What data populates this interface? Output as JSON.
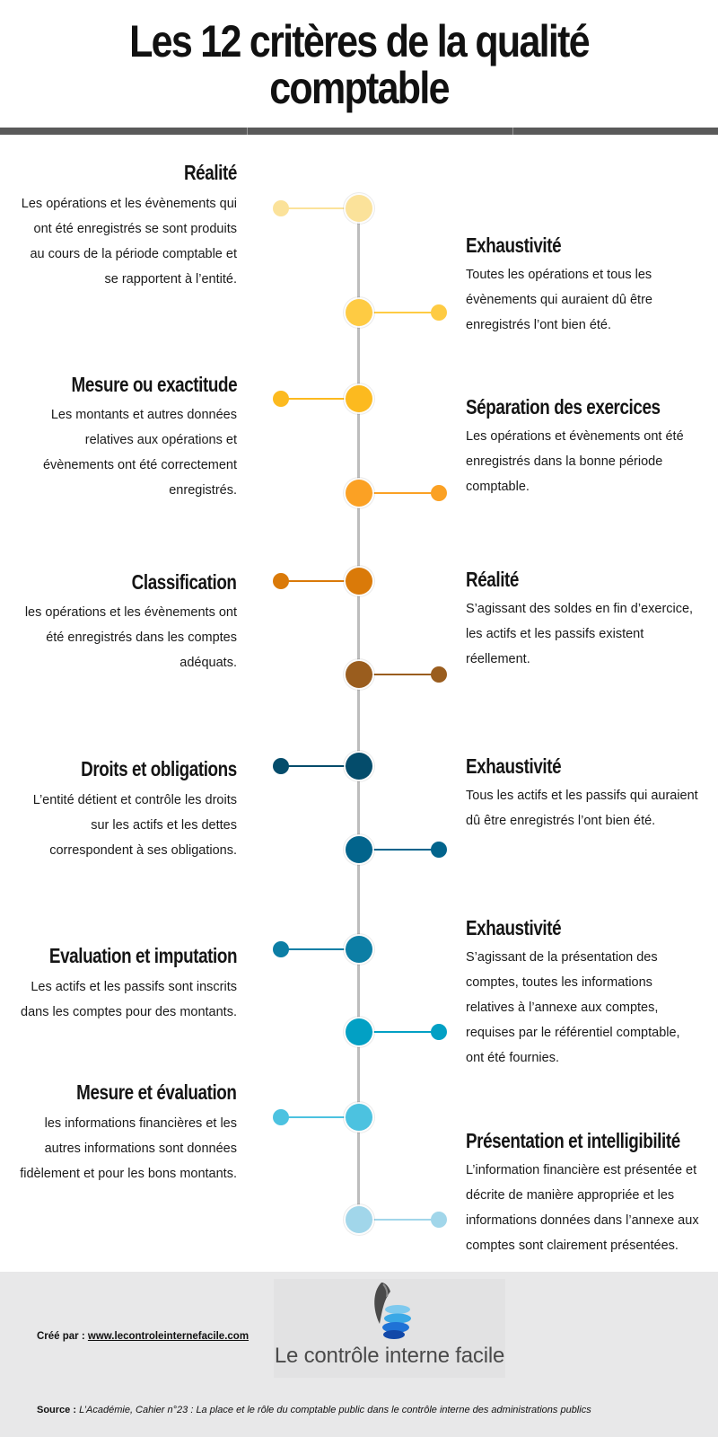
{
  "title_line1": "Les 12 critères de la qualité",
  "title_line2": "comptable",
  "criteria": [
    {
      "title": "Réalité",
      "description": "Les opérations et les évènements qui ont été enregistrés se sont produits au cours de la période comptable et se rapportent à l’entité.",
      "color": "#fbe29a"
    },
    {
      "title": "Exhaustivité",
      "description": "Toutes les opérations et tous les évènements qui auraient dû être enregistrés l’ont bien été.",
      "color": "#fecb43"
    },
    {
      "title": "Mesure ou exactitude",
      "description": "Les montants et autres données relatives aux opérations et évènements ont été correctement enregistrés.",
      "color": "#fcba1f"
    },
    {
      "title": "Séparation des exercices",
      "description": "Les opérations et évènements ont été enregistrés dans la bonne période comptable.",
      "color": "#fba124"
    },
    {
      "title": "Classification",
      "description": "les opérations et les évènements ont été enregistrés dans les comptes adéquats.",
      "color": "#da7a09"
    },
    {
      "title": "Réalité",
      "description": "S’agissant des soldes en fin d’exercice, les actifs et les passifs existent réellement.",
      "color": "#9a5d1e"
    },
    {
      "title": "Droits et obligations",
      "description": "L’entité détient et contrôle les droits sur les actifs et les dettes correspondent à ses obligations.",
      "color": "#044c6b"
    },
    {
      "title": "Exhaustivité",
      "description": "Tous les actifs et les passifs qui auraient dû être enregistrés l’ont bien été.",
      "color": "#02648c"
    },
    {
      "title": "Evaluation et imputation",
      "description": "Les actifs et les passifs sont inscrits dans les comptes pour des montants.",
      "color": "#0c7ea5"
    },
    {
      "title": "Exhaustivité",
      "description": "S’agissant de la présentation des comptes, toutes les informations relatives à l’annexe aux comptes, requises par le référentiel comptable, ont été fournies.",
      "color": "#02a0c4"
    },
    {
      "title": "Mesure et évaluation",
      "description": "les informations financières et les autres informations sont données fidèlement et pour les bons montants.",
      "color": "#4cc2e0"
    },
    {
      "title": "Présentation et intelligibilité",
      "description": "L’information financière est présentée et décrite de manière appropriée et les informations données dans l’annexe aux comptes sont clairement présentées.",
      "color": "#a1d6ea"
    }
  ],
  "footer": {
    "created_label": "Créé par :",
    "created_link": "www.lecontroleinternefacile.com",
    "logo_text": "Le contrôle interne facile",
    "source_label": "Source :",
    "source_text": "L’Académie, Cahier n°23 : La place et le rôle du comptable public dans le contrôle interne des administrations publics"
  }
}
